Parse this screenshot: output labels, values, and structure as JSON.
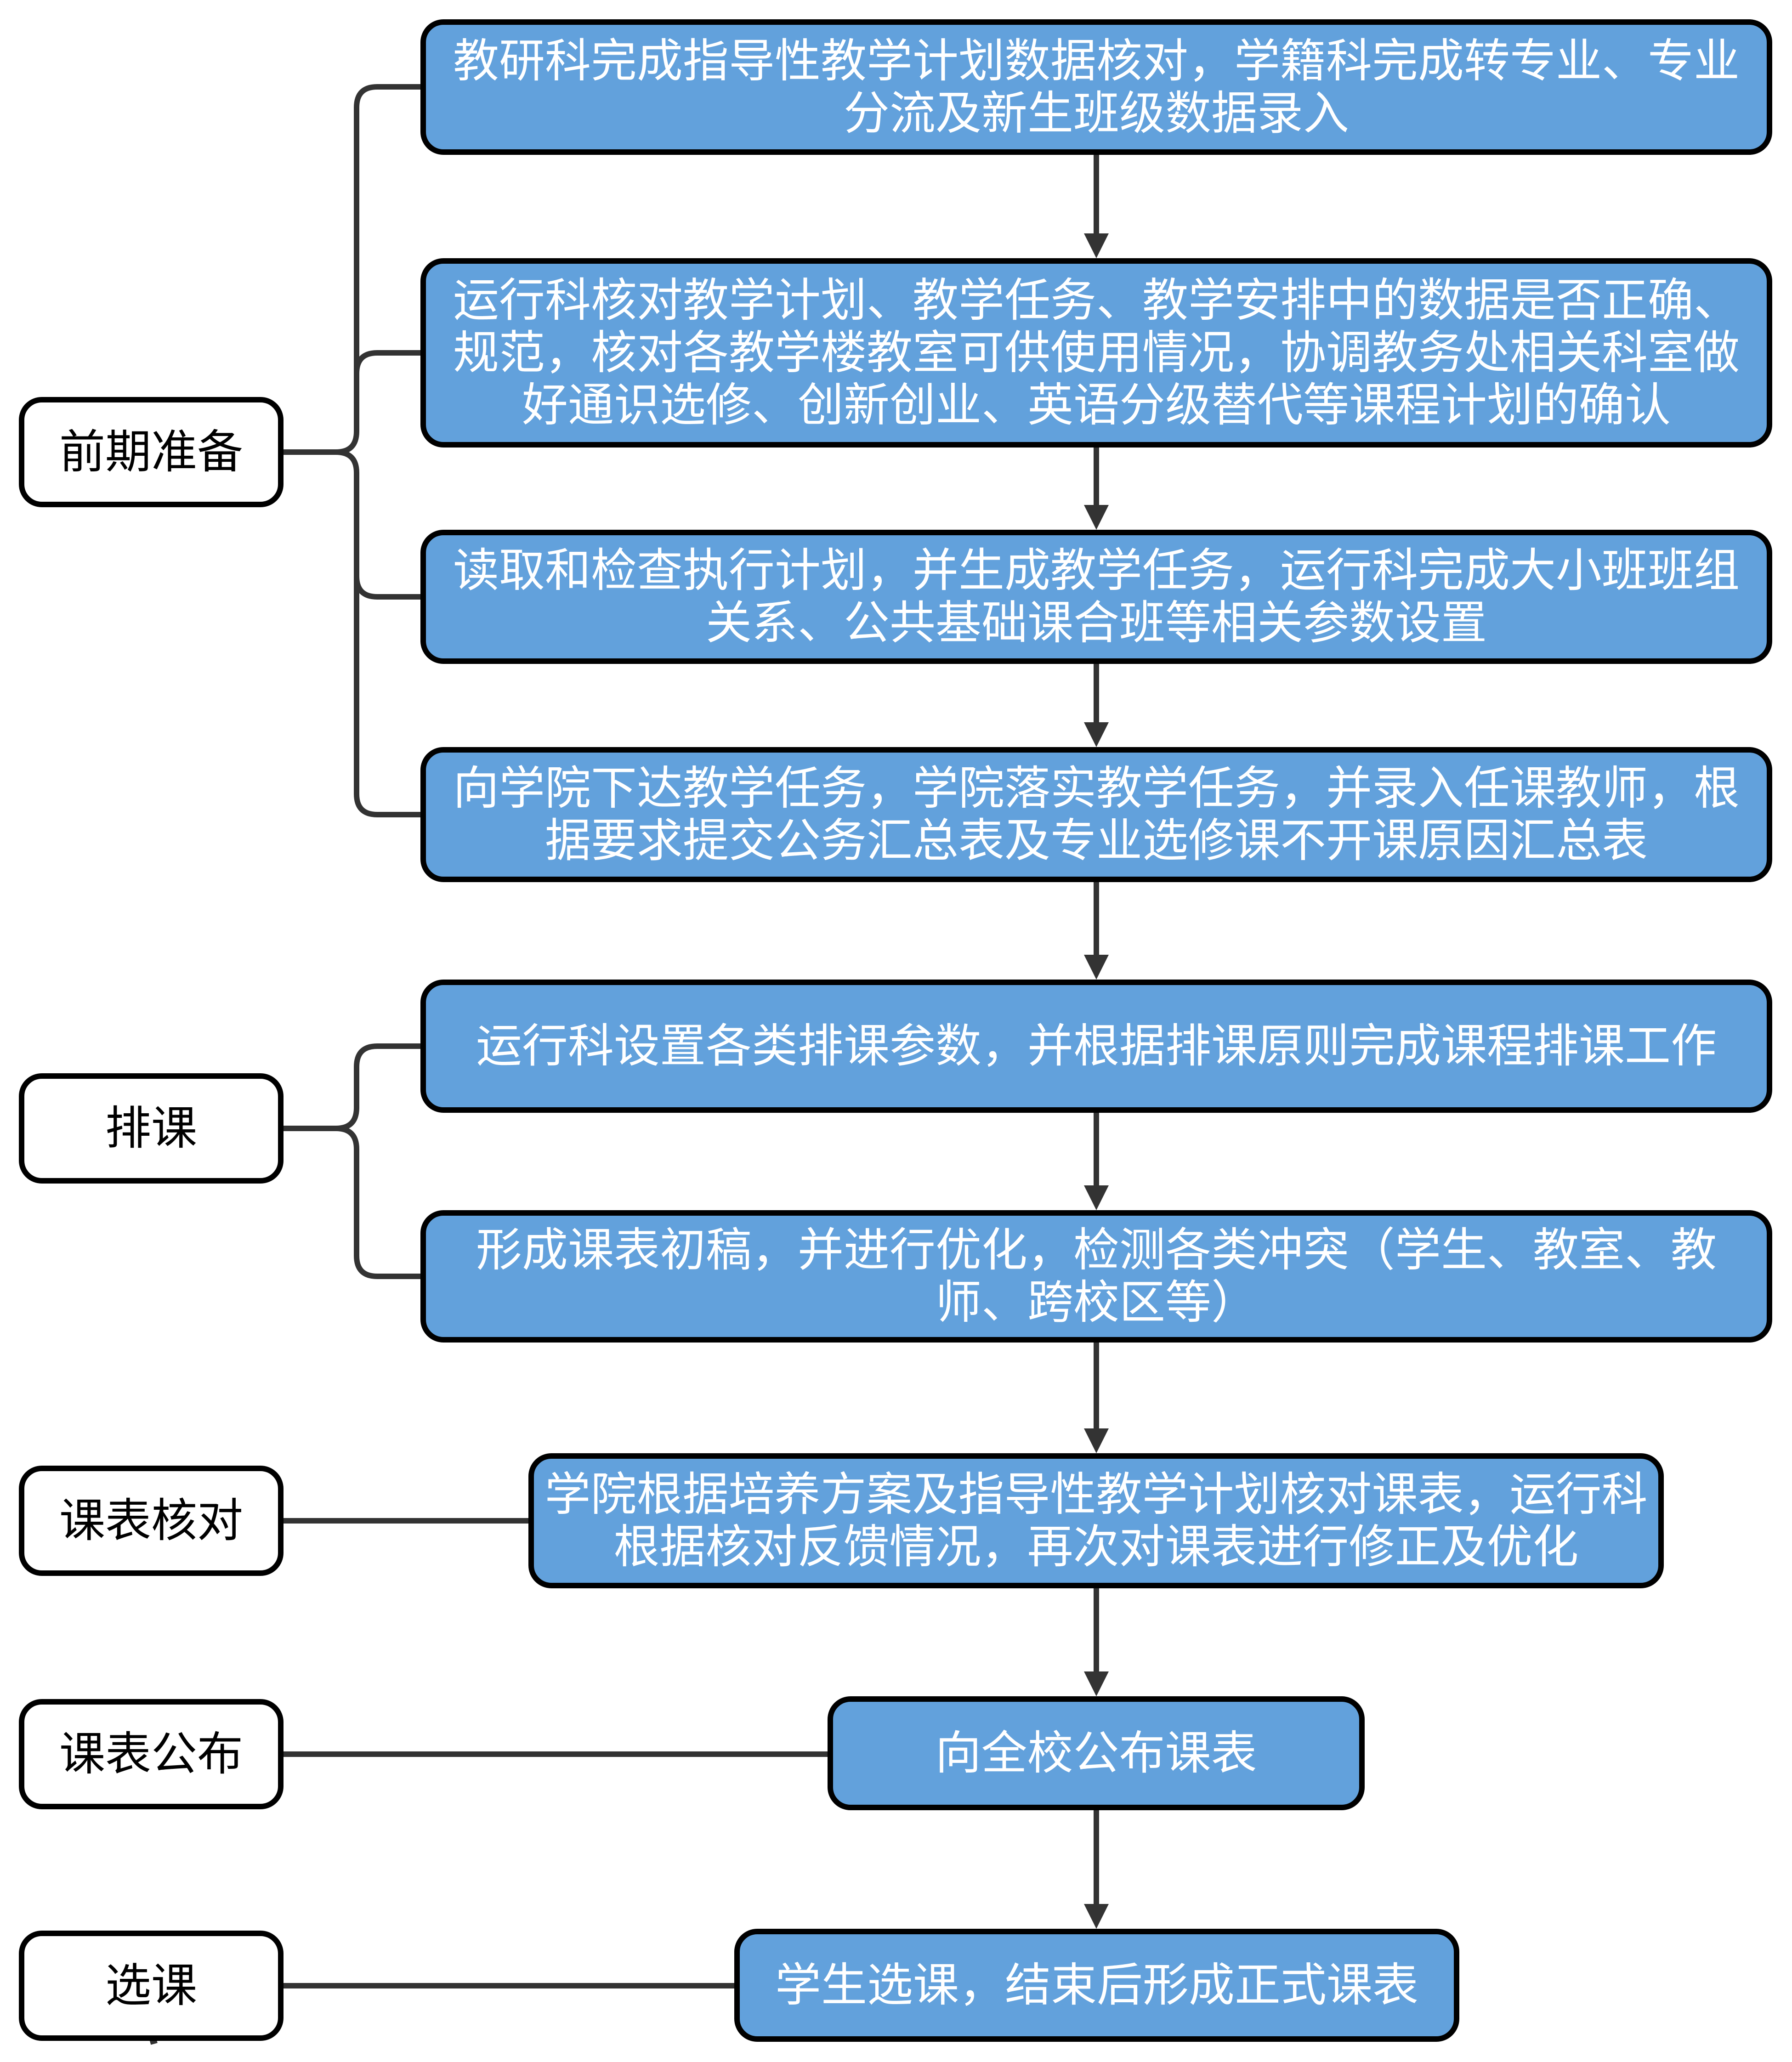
{
  "colors": {
    "step_fill": "#62A1DC",
    "step_border": "#000000",
    "step_text": "#FFFFFF",
    "label_fill": "#FFFFFF",
    "label_border": "#000000",
    "label_text": "#000000",
    "connector": "#333333"
  },
  "diagram": {
    "phases": [
      {
        "label": "前期准备",
        "steps": [
          0,
          1,
          2,
          3
        ]
      },
      {
        "label": "排课",
        "steps": [
          4,
          5
        ]
      },
      {
        "label": "课表核对",
        "steps": [
          6
        ]
      },
      {
        "label": "课表公布",
        "steps": [
          7
        ]
      },
      {
        "label": "选课",
        "steps": [
          8
        ]
      }
    ],
    "steps": [
      {
        "phase": 0,
        "lines": [
          "教研科完成指导性教学计划数据核对，学籍科完成转专业、专业",
          "分流及新生班级数据录入"
        ]
      },
      {
        "phase": 0,
        "lines": [
          "运行科核对教学计划、教学任务、教学安排中的数据是否正确、",
          "规范，核对各教学楼教室可供使用情况，协调教务处相关科室做",
          "好通识选修、创新创业、英语分级替代等课程计划的确认"
        ]
      },
      {
        "phase": 0,
        "lines": [
          "读取和检查执行计划，并生成教学任务，运行科完成大小班班组",
          "关系、公共基础课合班等相关参数设置"
        ]
      },
      {
        "phase": 0,
        "lines": [
          "向学院下达教学任务，学院落实教学任务，并录入任课教师，根",
          "据要求提交公务汇总表及专业选修课不开课原因汇总表"
        ]
      },
      {
        "phase": 1,
        "lines": [
          "运行科设置各类排课参数，并根据排课原则完成课程排课工作"
        ]
      },
      {
        "phase": 1,
        "lines": [
          "形成课表初稿，并进行优化，检测各类冲突（学生、教室、教",
          "师、跨校区等）"
        ]
      },
      {
        "phase": 2,
        "lines": [
          "学院根据培养方案及指导性教学计划核对课表，运行科",
          "根据核对反馈情况，再次对课表进行修正及优化"
        ]
      },
      {
        "phase": 3,
        "lines": [
          "向全校公布课表"
        ]
      },
      {
        "phase": 4,
        "lines": [
          "学生选课，结束后形成正式课表"
        ]
      }
    ],
    "flow_edges": [
      [
        0,
        1
      ],
      [
        1,
        2
      ],
      [
        2,
        3
      ],
      [
        3,
        4
      ],
      [
        4,
        5
      ],
      [
        5,
        6
      ],
      [
        6,
        7
      ],
      [
        7,
        8
      ]
    ]
  }
}
